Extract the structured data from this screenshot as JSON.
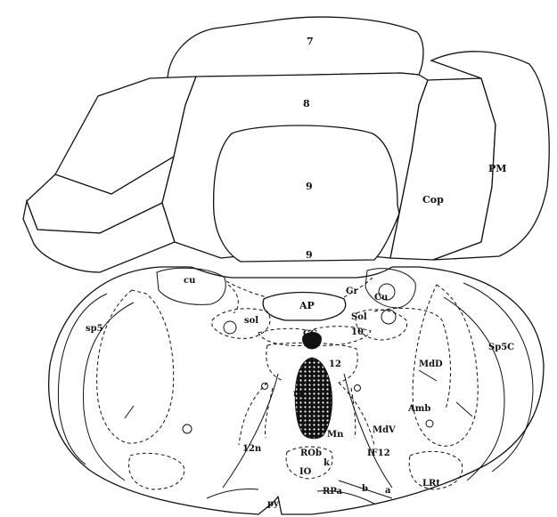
{
  "figure": {
    "labels": {
      "lobule_7": "7",
      "lobule_8": "8",
      "lobule_9_upper": "9",
      "lobule_9_lower": "9",
      "pm": "PM",
      "cop": "Cop",
      "cu_left": "cu",
      "cu_right": "Cu",
      "gr": "Gr",
      "ap": "AP",
      "sol_left": "sol",
      "sol_right": "Sol",
      "sp5": "sp5",
      "sp5c": "Sp5C",
      "cc": "CC",
      "n10": "10",
      "n12": "12",
      "mdd": "MdD",
      "amb": "Amb",
      "mdv": "MdV",
      "m": "m",
      "mn": "Mn",
      "n12n": "12n",
      "rob": "ROb",
      "if12": "IF12",
      "io": "IO",
      "k": "k",
      "rpa": "RPa",
      "b": "b",
      "a": "a",
      "lrt": "LRt",
      "py": "py"
    }
  }
}
